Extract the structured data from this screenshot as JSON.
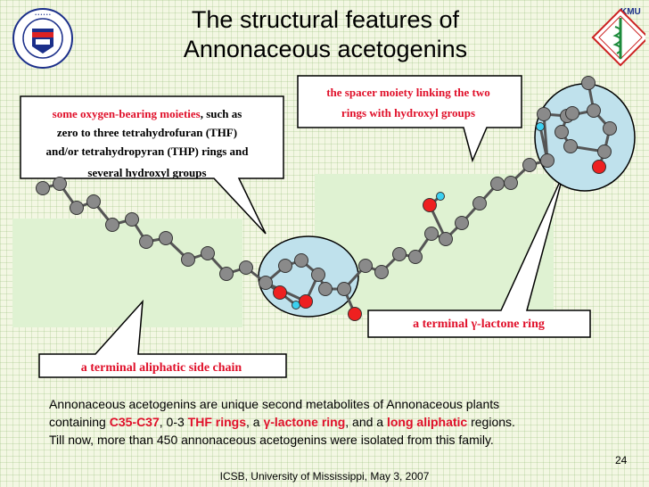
{
  "slide": {
    "title_line1": "The structural features of",
    "title_line2": "Annonaceous acetogenins",
    "callout_oxygen": {
      "red_part": "some oxygen-bearing moieties",
      "line1_rest": ", such as",
      "line2": "zero to three tetrahydrofuran (THF)",
      "line3": "and/or tetrahydropyran (THP) rings and",
      "line4": "several hydroxyl groups"
    },
    "callout_spacer": {
      "line1": "the spacer moiety linking the two",
      "line2": "rings with hydroxyl groups"
    },
    "callout_lactone": {
      "prefix": "a terminal ",
      "gamma": "γ",
      "suffix": "-lactone ring"
    },
    "callout_aliphatic": "a terminal aliphatic side chain",
    "body": {
      "s1": "Annonaceous acetogenins are unique second metabolites of Annonaceous plants",
      "s2": "containing ",
      "h1": "C35-C37",
      "s3": ", 0-3 ",
      "h2": "THF rings",
      "s4": ", a ",
      "h3": "γ-lactone ring",
      "s5": ", and a ",
      "h4": "long aliphatic",
      "s6": " regions.",
      "s7": "Till now, more than 450 annonaceous acetogenins were isolated from this family."
    },
    "footer": "ICSB, University of Mississippi, May 3, 2007",
    "page_number": "24",
    "logo_right_text": "KMU"
  },
  "colors": {
    "callout_red": "#e0102a",
    "carbon_atom": "#8a8a8a",
    "oxygen_atom": "#ee2020",
    "hydrogen_atom": "#3cd0f0",
    "ring_fill": "#bfe1ec",
    "highlight_rect": "#dff2d2"
  },
  "icons": [
    "university-seal-icon",
    "kmu-badge-icon"
  ]
}
